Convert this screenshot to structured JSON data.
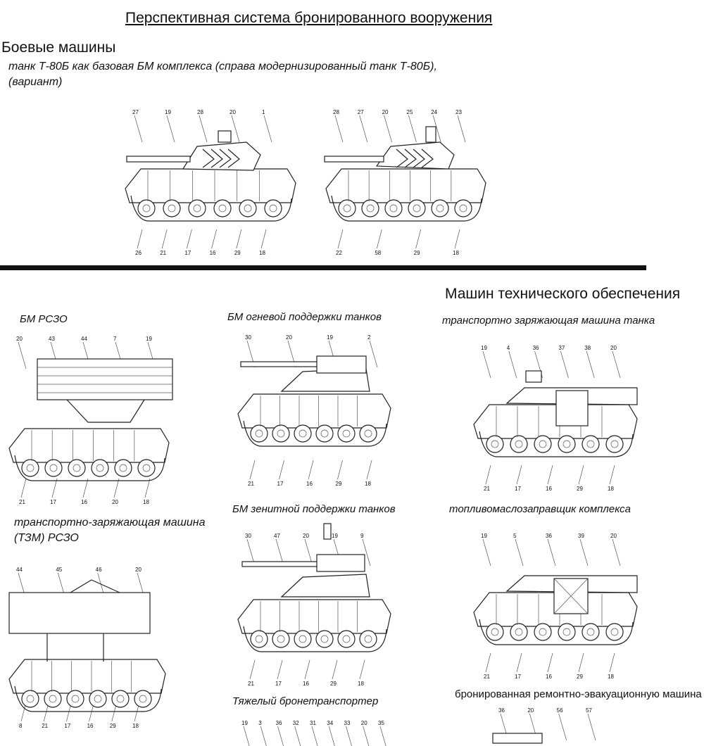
{
  "page": {
    "title": "Перспективная система бронированного вооружения",
    "section_combat": "Боевые машины",
    "combat_caption": "танк Т-80Б как базовая БМ комплекса (справа модернизированный танк Т-80Б),",
    "combat_caption2": "(вариант)",
    "section_support": "Машин технического обеспечения"
  },
  "vehicles": [
    {
      "id": "t80b",
      "caption": "",
      "callouts_top": [
        "27",
        "19",
        "28",
        "20",
        "1"
      ],
      "callouts_bottom": [
        "26",
        "21",
        "17",
        "16",
        "29",
        "18"
      ]
    },
    {
      "id": "t80b-mod",
      "caption": "",
      "callouts_top": [
        "28",
        "27",
        "20",
        "25",
        "24",
        "23"
      ],
      "callouts_bottom": [
        "22",
        "58",
        "29",
        "18"
      ]
    },
    {
      "id": "mlrs",
      "caption": "БМ РСЗО",
      "callouts_top": [
        "20",
        "43",
        "44",
        "7",
        "19"
      ],
      "callouts_bottom": [
        "21",
        "17",
        "16",
        "20",
        "18"
      ]
    },
    {
      "id": "fire-support",
      "caption": "БМ огневой поддержки танков",
      "callouts_top": [
        "30",
        "20",
        "19",
        "2"
      ],
      "callouts_bottom": [
        "21",
        "17",
        "16",
        "29",
        "18"
      ]
    },
    {
      "id": "tzm-tank",
      "caption": "транспортно заряжающая машина танка",
      "callouts_top": [
        "19",
        "4",
        "36",
        "37",
        "38",
        "20"
      ],
      "callouts_bottom": [
        "21",
        "17",
        "16",
        "29",
        "18"
      ]
    },
    {
      "id": "tzm-mlrs",
      "caption": "транспортно-заряжающая машина",
      "caption2": "(ТЗМ) РСЗО",
      "callouts_top": [
        "44",
        "45",
        "46",
        "20"
      ],
      "callouts_bottom": [
        "8",
        "21",
        "17",
        "16",
        "29",
        "18"
      ]
    },
    {
      "id": "aa-support",
      "caption": "БМ зенитной поддержки танков",
      "callouts_top": [
        "30",
        "47",
        "20",
        "19",
        "9"
      ],
      "callouts_bottom": [
        "21",
        "17",
        "16",
        "29",
        "18"
      ]
    },
    {
      "id": "fuel",
      "caption": "топливомаслозаправщик комплекса",
      "callouts_top": [
        "19",
        "5",
        "36",
        "39",
        "20"
      ],
      "callouts_bottom": [
        "21",
        "17",
        "16",
        "29",
        "18"
      ]
    },
    {
      "id": "heavy-apc",
      "caption": "Тяжелый бронетранспортер",
      "callouts_top": [
        "19",
        "3",
        "36",
        "32",
        "31",
        "34",
        "33",
        "20",
        "35"
      ],
      "callouts_bottom": []
    },
    {
      "id": "arv",
      "caption": "бронированная ремонтно-эвакуационную машина",
      "callouts_top": [
        "36",
        "20",
        "56",
        "57"
      ],
      "callouts_bottom": []
    }
  ]
}
